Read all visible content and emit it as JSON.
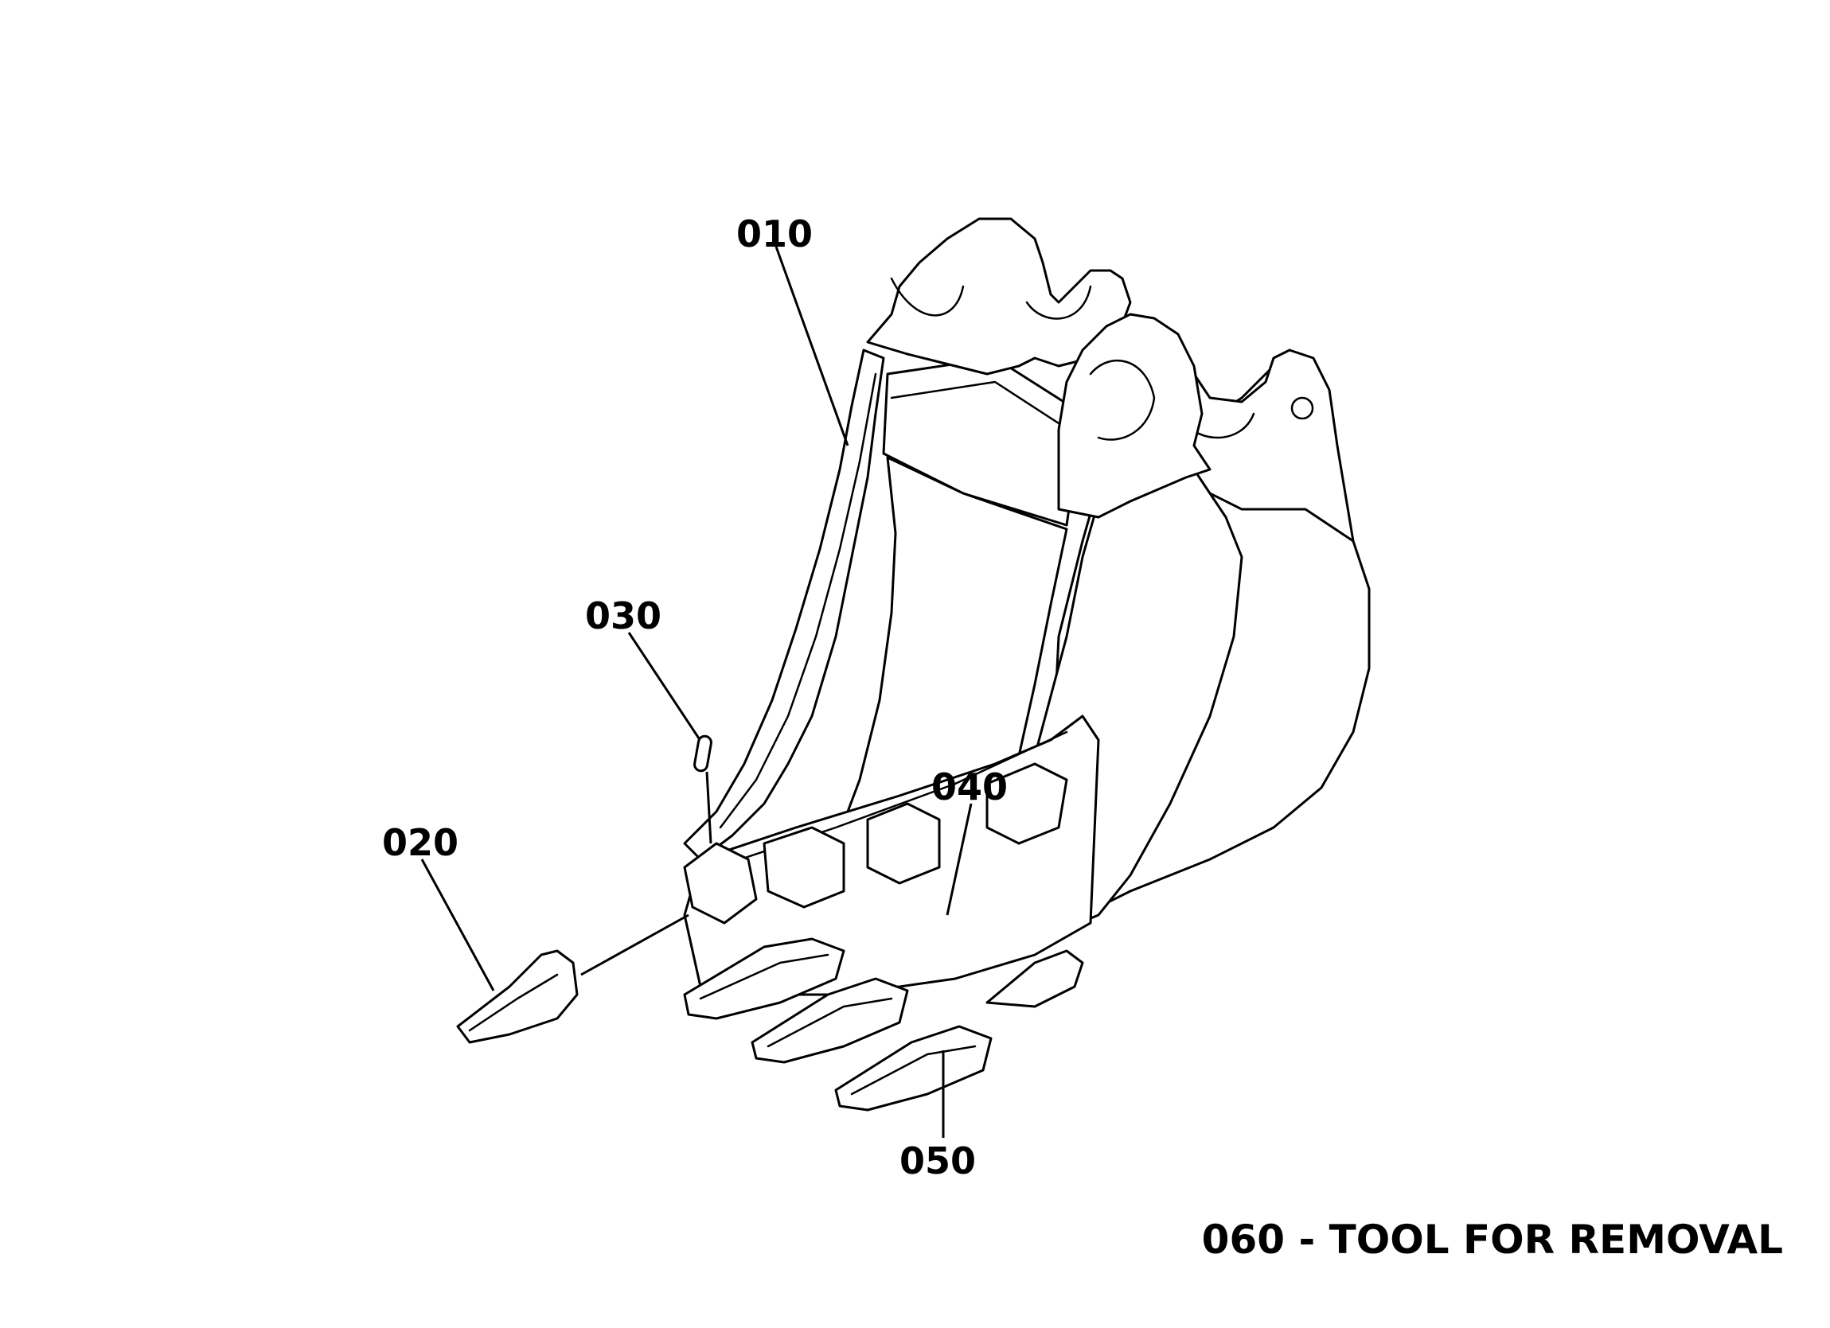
{
  "callouts": {
    "c010": "010",
    "c020": "020",
    "c030": "030",
    "c040": "040",
    "c050": "050"
  },
  "note": "060 - TOOL FOR REMOVAL",
  "colors": {
    "line": "#000000",
    "background": "#ffffff"
  }
}
